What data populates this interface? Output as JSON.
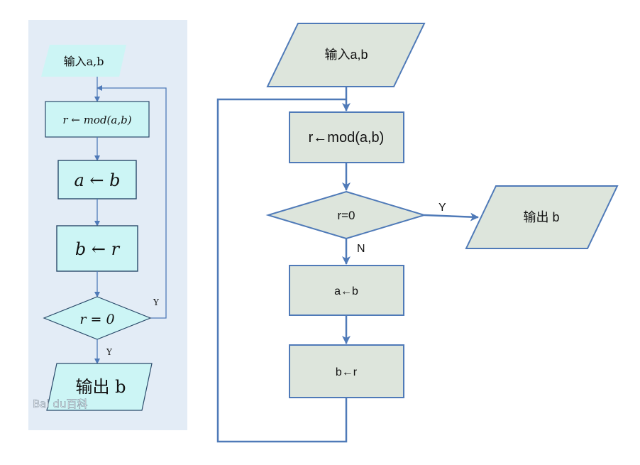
{
  "left_flowchart": {
    "input_label": "输入a,b",
    "step_mod": "r ← mod(a,b)",
    "step_a_b": "a ← b",
    "step_b_r": "b ← r",
    "decision": "r = 0",
    "branch_top": "Y",
    "branch_bottom": "Y",
    "output_label": "输出 b",
    "watermark": "Bai du百科"
  },
  "right_flowchart": {
    "input_label": "输入a,b",
    "step_mod": "r←mod(a,b)",
    "decision": "r=0",
    "yes_label": "Y",
    "no_label": "N",
    "output_label": "输出 b",
    "step_a_b": "a←b",
    "step_b_r": "b←r"
  },
  "colors": {
    "left_panel_bg": "#e3ecf6",
    "left_box_fill": "#ccf5f5",
    "right_box_fill": "#dde5dc",
    "stroke_blue": "#4f7ab8"
  }
}
